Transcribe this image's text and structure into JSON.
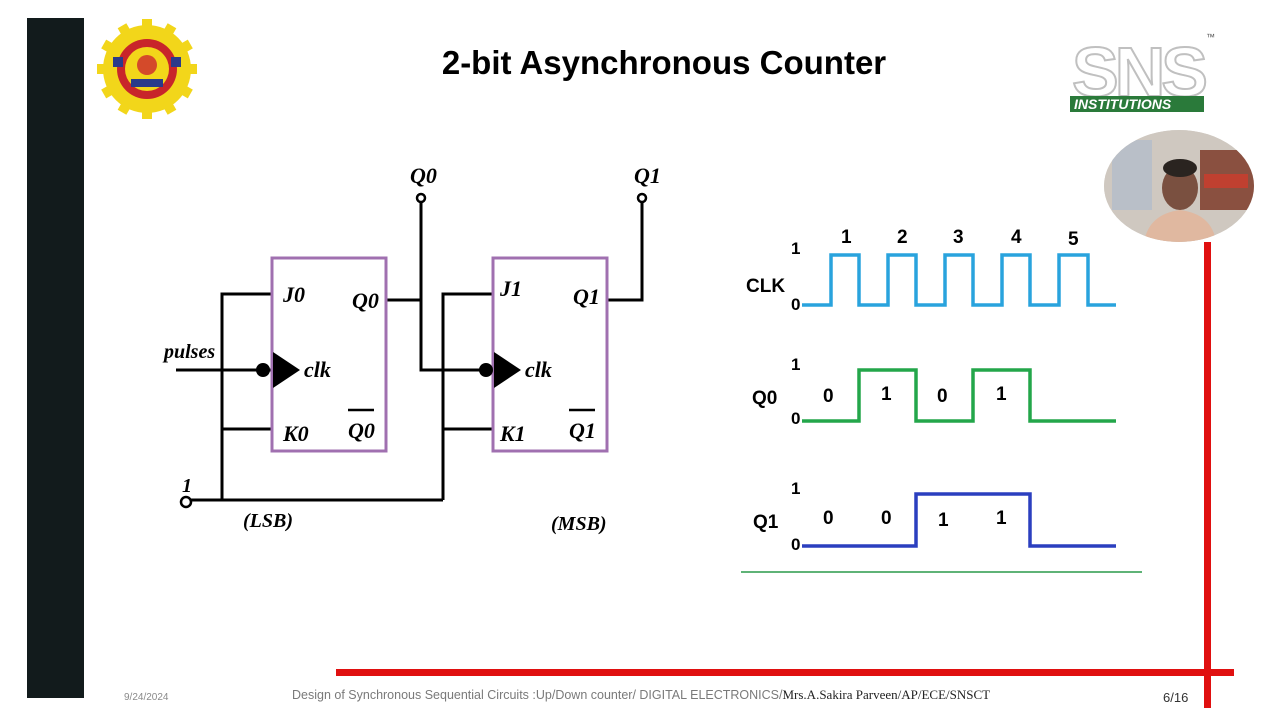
{
  "slide": {
    "title": "2-bit Asynchronous Counter",
    "footer_date": "9/24/2024",
    "footer_course": "Design of Synchronous Sequential Circuits :Up/Down counter/ DIGITAL ELECTRONICS/",
    "footer_author": "Mrs.A.Sakira Parveen/AP/ECE/SNSCT",
    "page": "6/16"
  },
  "logos": {
    "college_seal": "college-seal-logo",
    "sns_text": "SNS",
    "sns_tagline": "INSTITUTIONS",
    "sns_tm": "™"
  },
  "circuit": {
    "q0_output": "Q0",
    "q1_output": "Q1",
    "ff0": {
      "j": "J0",
      "k": "K0",
      "clk": "clk",
      "q": "Q0",
      "qbar": "Q0"
    },
    "ff1": {
      "j": "J1",
      "k": "K1",
      "clk": "clk",
      "q": "Q1",
      "qbar": "Q1"
    },
    "input_label": "pulses",
    "logic_one": "1",
    "lsb": "(LSB)",
    "msb": "(MSB)"
  },
  "timing": {
    "signals": [
      {
        "name": "CLK",
        "color": "#29a3dd",
        "high": "1",
        "low": "0",
        "pulse_labels": [
          "1",
          "2",
          "3",
          "4",
          "5"
        ]
      },
      {
        "name": "Q0",
        "color": "#23a64a",
        "high": "1",
        "low": "0",
        "state_labels": [
          "0",
          "1",
          "0",
          "1"
        ]
      },
      {
        "name": "Q1",
        "color": "#2b3fbf",
        "high": "1",
        "low": "0",
        "state_labels": [
          "0",
          "0",
          "1",
          "1"
        ]
      }
    ]
  },
  "colors": {
    "flipflop_border": "#a070b0",
    "accent_red": "#e01010",
    "left_bar": "#121b1c",
    "baseline_green": "#2a9a4a"
  }
}
